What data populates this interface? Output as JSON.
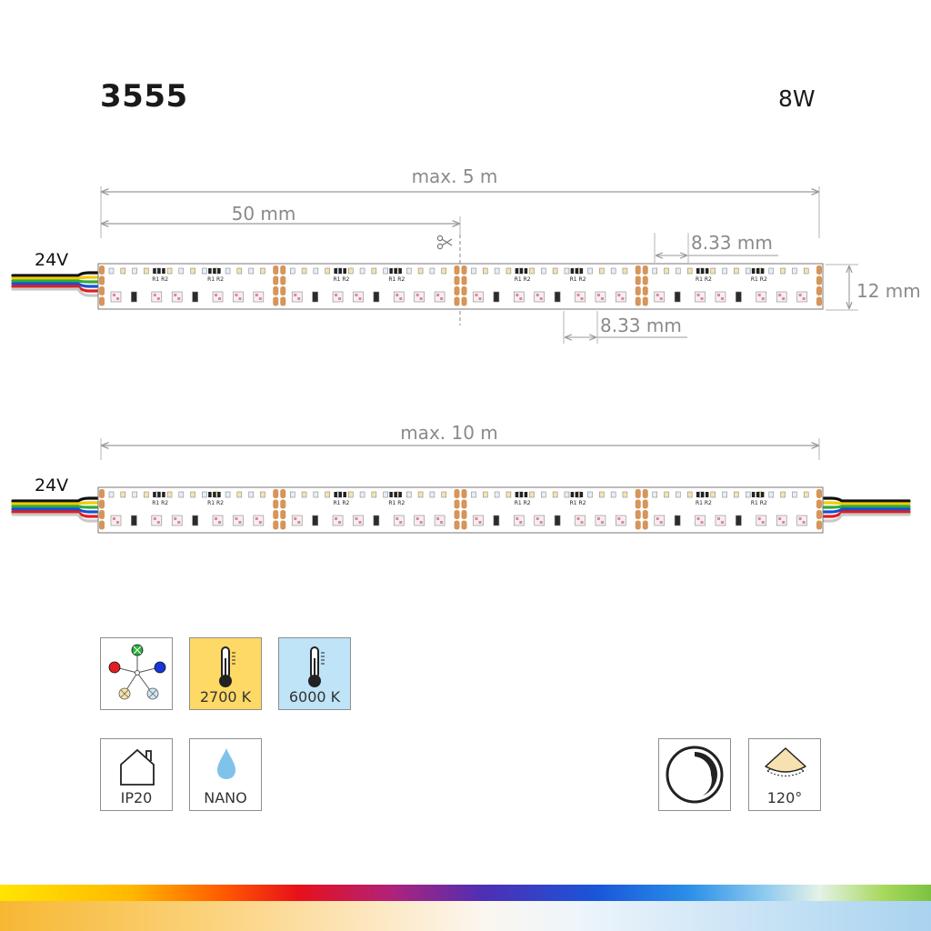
{
  "header": {
    "model": "3555",
    "power": "8W"
  },
  "strip_single": {
    "voltage": "24V",
    "max_length": "max. 5 m",
    "cut_length": "50 mm",
    "pad_spacing_top": "8.33 mm",
    "pad_spacing_bottom": "8.33 mm",
    "width": "12 mm",
    "resistor_labels": [
      "R1",
      "R2"
    ]
  },
  "strip_double": {
    "voltage": "24V",
    "max_length": "max. 10 m"
  },
  "wire_colors": [
    "#111111",
    "#f2cc00",
    "#2eab3c",
    "#1b4fd0",
    "#e01f1f",
    "#c9c9c9"
  ],
  "icons": {
    "rgbcct": {
      "name": "rgbcct-icon"
    },
    "warm": {
      "label": "2700 K",
      "bg": "#ffd966"
    },
    "cool": {
      "label": "6000 K",
      "bg": "#bfe3f7"
    },
    "ip": {
      "label": "IP20"
    },
    "coating": {
      "label": "NANO"
    },
    "dimmable": {
      "name": "dimmable-icon"
    },
    "angle": {
      "label": "120°"
    }
  }
}
